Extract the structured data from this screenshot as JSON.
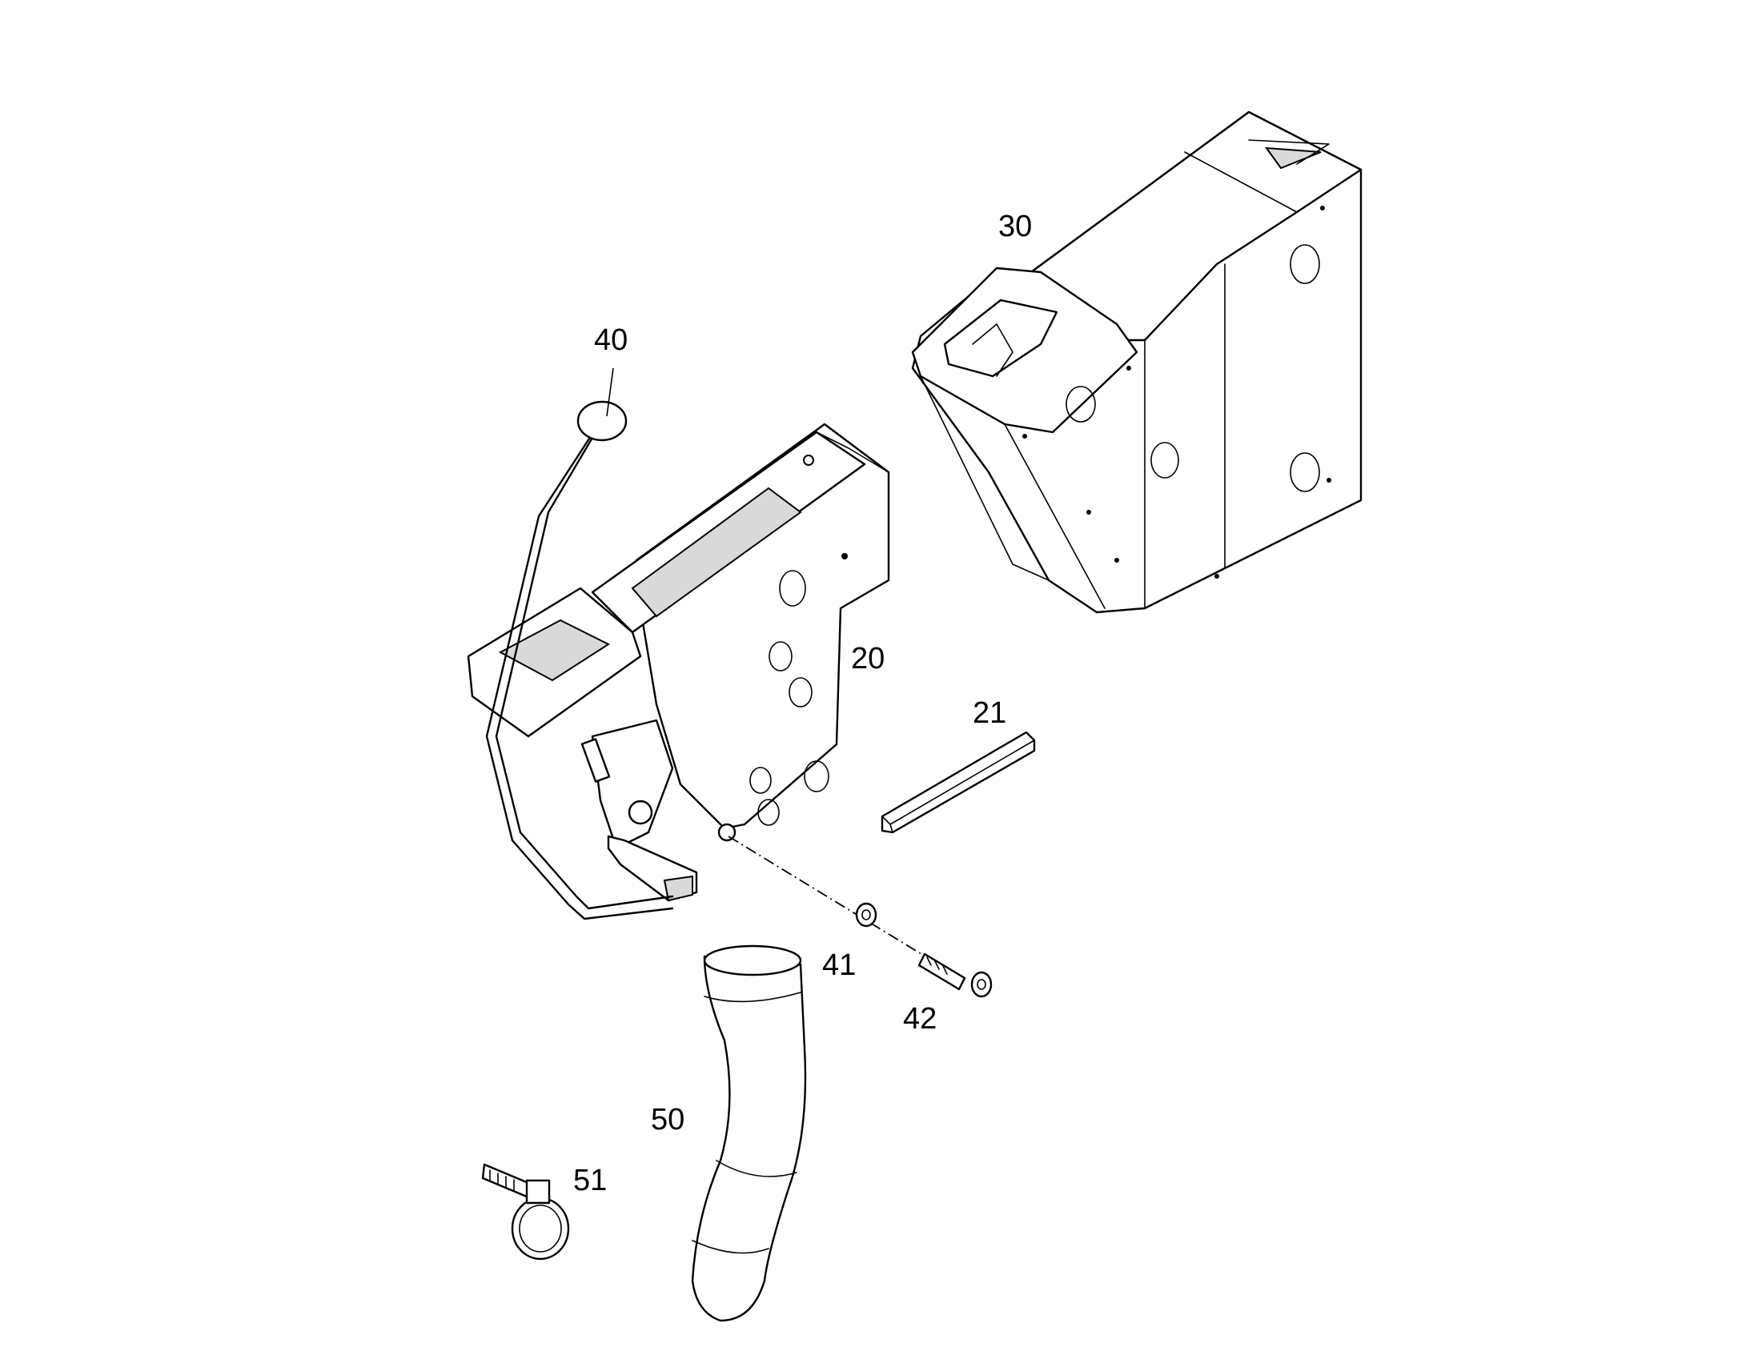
{
  "callouts": {
    "c20": "20",
    "c21": "21",
    "c30": "30",
    "c40": "40",
    "c41": "41",
    "c42": "42",
    "c50": "50",
    "c51": "51"
  }
}
